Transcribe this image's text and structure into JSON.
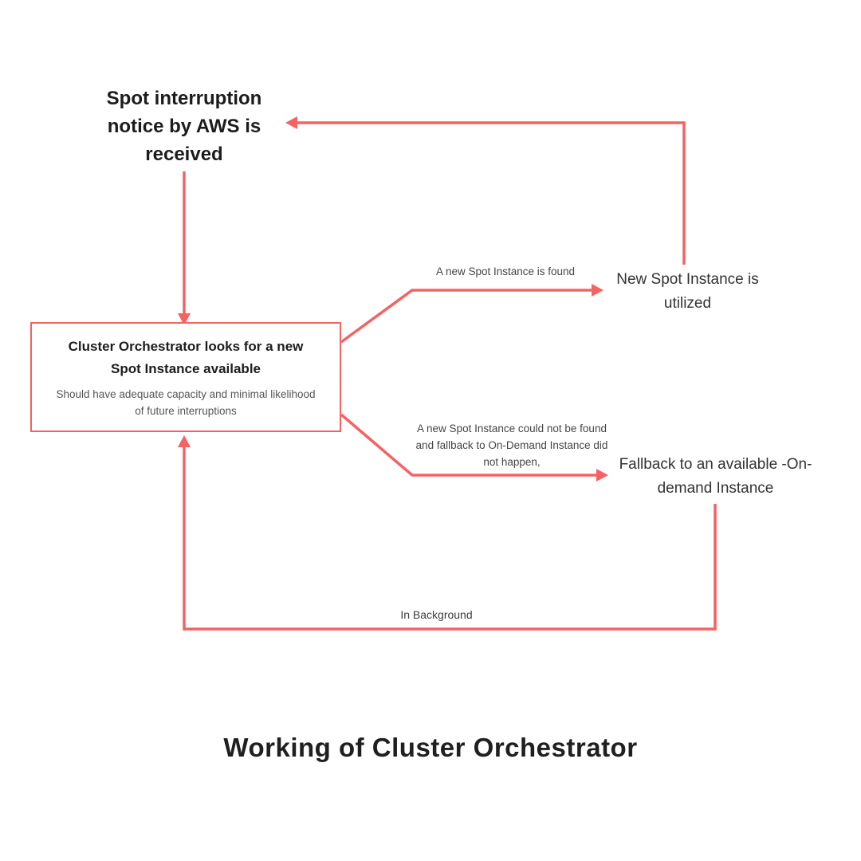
{
  "accent_color": "#f56262",
  "background_color": "#ffffff",
  "title": "Working of Cluster Orchestrator",
  "nodes": {
    "interruption_notice": "Spot interruption notice by AWS is received",
    "orchestrator": {
      "title": "Cluster Orchestrator looks for a new Spot Instance available",
      "subtitle": "Should have adequate capacity and minimal likelihood of future interruptions"
    },
    "spot_utilized": "New Spot Instance is utilized",
    "fallback": "Fallback to an available -On-demand Instance"
  },
  "edges": {
    "spot_found_label": "A new Spot Instance is found",
    "spot_not_found_label": "A new Spot Instance could not be found and fallback to On-Demand Instance did not happen,",
    "in_background_label": "In Background"
  }
}
